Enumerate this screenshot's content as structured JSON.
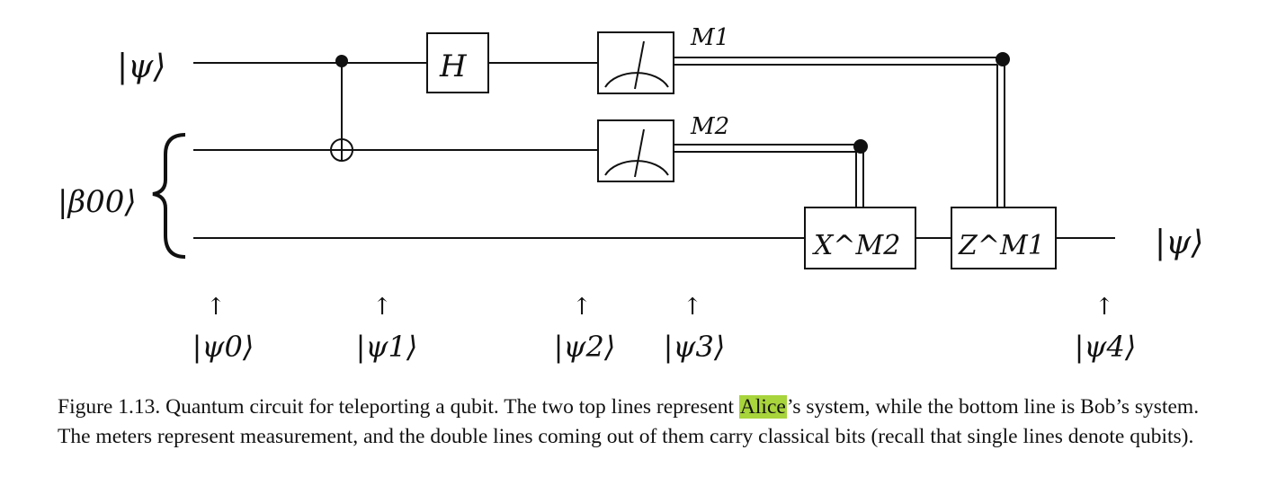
{
  "labels": {
    "psi_in": "|ψ⟩",
    "beta": "|β00⟩",
    "psi_out": "|ψ⟩",
    "H": "H",
    "M1": "M1",
    "M2": "M2",
    "XM2": "X^M2",
    "ZM1": "Z^M1",
    "arrow": "↑",
    "stages": [
      "|ψ0⟩",
      "|ψ1⟩",
      "|ψ2⟩",
      "|ψ3⟩",
      "|ψ4⟩"
    ]
  },
  "caption": {
    "prefix": "Figure 1.13. Quantum circuit for teleporting a qubit. The two top lines represent ",
    "highlight": "Alice",
    "suffix": "’s system, while the bottom line is Bob’s system. The meters represent measurement, and the double lines coming out of them carry classical bits (recall that single lines denote qubits)."
  },
  "colors": {
    "line": "#111111",
    "highlight": "#a8d43c"
  }
}
